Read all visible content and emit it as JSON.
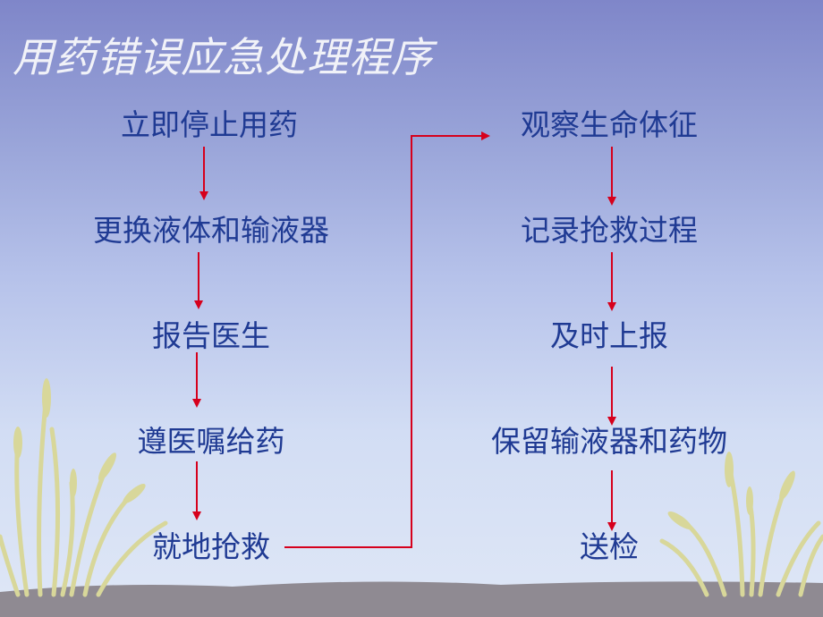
{
  "title": "用药错误应急处理程序",
  "left_steps": [
    "立即停止用药",
    "更换液体和输液器",
    "报告医生",
    "遵医嘱给药",
    "就地抢救"
  ],
  "right_steps": [
    "观察生命体征",
    "记录抢救过程",
    "及时上报",
    "保留输液器和药物",
    "送检"
  ],
  "colors": {
    "text": "#1f3a93",
    "arrow": "#d6001c",
    "title": "#f1f2f8",
    "ground": "#8f8a92",
    "grass": "#d8d79a"
  }
}
